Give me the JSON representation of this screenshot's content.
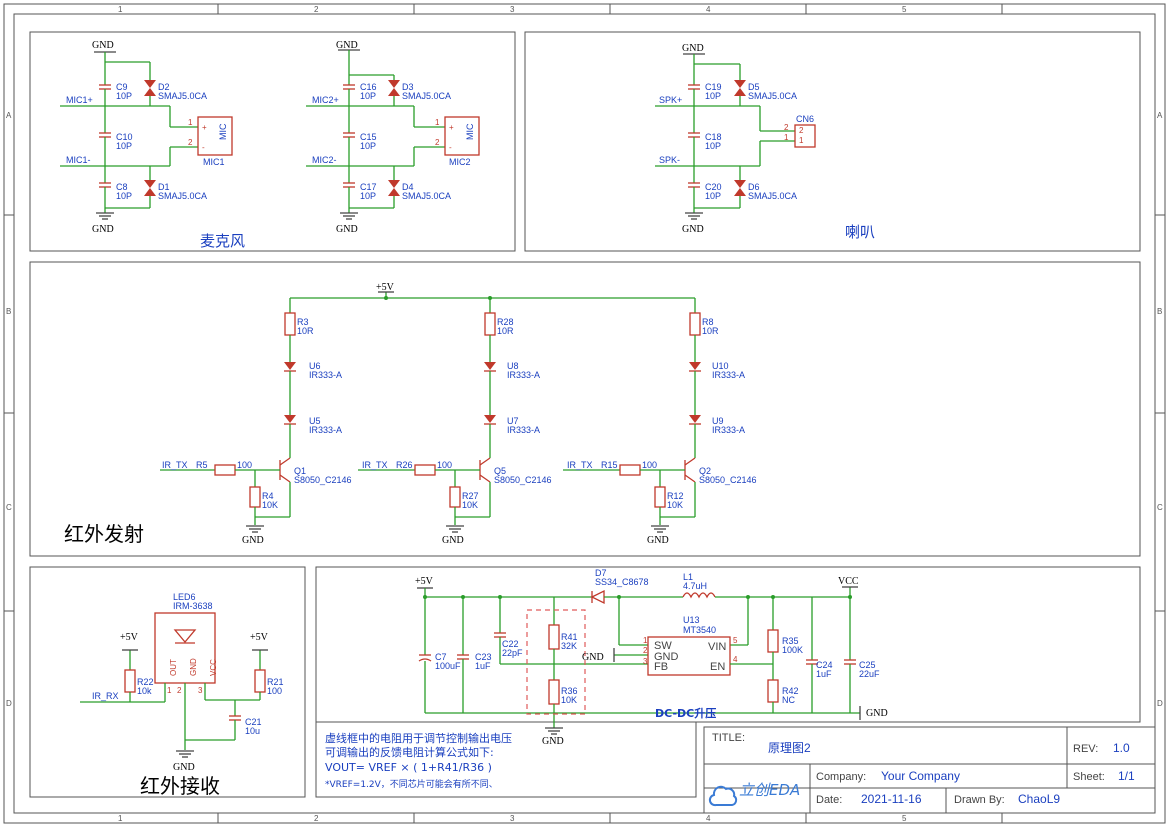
{
  "ruler": {
    "cols": [
      "1",
      "2",
      "3",
      "4",
      "5"
    ],
    "rows": [
      "A",
      "B",
      "C",
      "D"
    ]
  },
  "sections": {
    "mic": "麦克风",
    "speaker": "喇叭",
    "ir_tx": "红外发射",
    "ir_rx": "红外接收",
    "dcdc": "DC-DC升压"
  },
  "power": {
    "gnd": "GND",
    "p5v": "+5V",
    "vcc": "VCC"
  },
  "nets": {
    "mic1p": "MIC1+",
    "mic1n": "MIC1-",
    "mic2p": "MIC2+",
    "mic2n": "MIC2-",
    "spkp": "SPK+",
    "spkn": "SPK-",
    "irtx": "IR_TX",
    "irrx": "IR_RX"
  },
  "mic": {
    "c9": "C9",
    "c10": "C10",
    "c8": "C8",
    "c16": "C16",
    "c15": "C15",
    "c17": "C17",
    "cval": "10P",
    "d2": "D2",
    "d1": "D1",
    "d3": "D3",
    "d4": "D4",
    "dval": "SMAJ5.0CA",
    "mic1": "MIC1",
    "mic2": "MIC2",
    "mic_body": "MIC",
    "pin1": "1",
    "pin2": "2",
    "plus": "+",
    "minus": "-"
  },
  "spk": {
    "c19": "C19",
    "c18": "C18",
    "c20": "C20",
    "cval": "10P",
    "d5": "D5",
    "d6": "D6",
    "dval": "SMAJ5.0CA",
    "cn6": "CN6",
    "pin2": "2",
    "pin1": "1"
  },
  "irtx": {
    "r3": "R3",
    "r28": "R28",
    "r8": "R8",
    "rtop": "10R",
    "u6": "U6",
    "u5": "U5",
    "u8": "U8",
    "u7": "U7",
    "u10": "U10",
    "u9": "U9",
    "led": "IR333-A",
    "r5": "R5",
    "r26": "R26",
    "r15": "R15",
    "rb": "100",
    "r4": "R4",
    "r27": "R27",
    "r12": "R12",
    "rpd": "10K",
    "q1": "Q1",
    "q5": "Q5",
    "q2": "Q2",
    "qval": "S8050_C2146"
  },
  "irrx": {
    "led6": "LED6",
    "part": "IRM-3638",
    "out": "OUT",
    "gnd": "GND",
    "vcc": "VCC",
    "p1": "1",
    "p2": "2",
    "p3": "3",
    "r22": "R22",
    "r22v": "10k",
    "r21": "R21",
    "r21v": "100",
    "c21": "C21",
    "c21v": "10u"
  },
  "dcdc": {
    "d7": "D7",
    "d7v": "SS34_C8678",
    "l1": "L1",
    "l1v": "4.7uH",
    "u13": "U13",
    "u13v": "MT3540",
    "sw": "SW",
    "gnd": "GND",
    "fb": "FB",
    "vin": "VIN",
    "en": "EN",
    "p1": "1",
    "p2": "2",
    "p3": "3",
    "p4": "4",
    "p5": "5",
    "c7": "C7",
    "c7v": "100uF",
    "c23": "C23",
    "c23v": "1uF",
    "c22": "C22",
    "c22v": "22pF",
    "r41": "R41",
    "r41v": "32K",
    "r36": "R36",
    "r36v": "10K",
    "r35": "R35",
    "r35v": "100K",
    "r42": "R42",
    "r42v": "NC",
    "c24": "C24",
    "c24v": "1uF",
    "c25": "C25",
    "c25v": "22uF"
  },
  "notes": {
    "line1": "虚线框中的电阻用于调节控制输出电压",
    "line2": "可调输出的反馈电阻计算公式如下:",
    "line3": "VOUT= VREF × ( 1+R41/R36 )",
    "line4": "*VREF=1.2V，不同芯片可能会有所不同、"
  },
  "titleblock": {
    "title_label": "TITLE:",
    "title": "原理图2",
    "rev_label": "REV:",
    "rev": "1.0",
    "company_label": "Company:",
    "company": "Your Company",
    "sheet_label": "Sheet:",
    "sheet": "1/1",
    "date_label": "Date:",
    "date": "2021-11-16",
    "drawn_label": "Drawn By:",
    "drawn": "ChaoL9",
    "logo": "立创EDA"
  },
  "colors": {
    "wire": "#2a9d2a",
    "part": "#c0392b",
    "text": "#1a3fbf"
  }
}
